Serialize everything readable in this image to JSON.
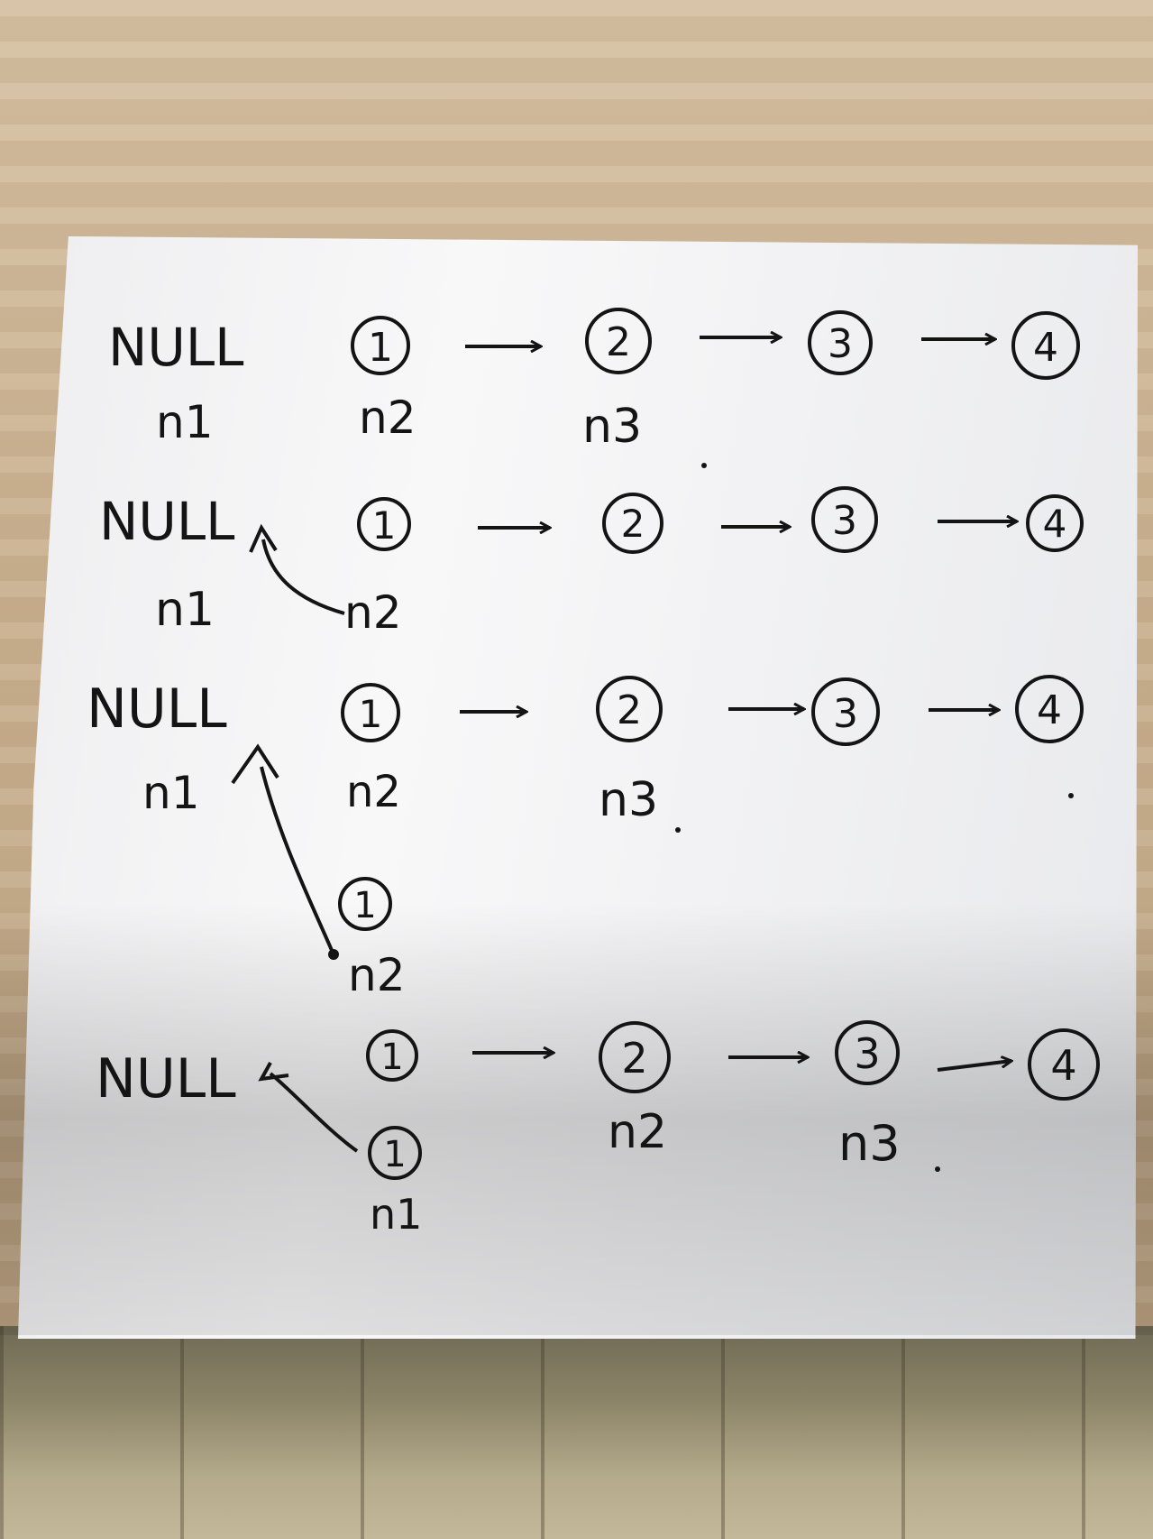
{
  "rows": [
    {
      "null_label": "NULL",
      "nodes": [
        "1",
        "2",
        "3",
        "4"
      ],
      "pointers": [
        "n1",
        "n2",
        "n3"
      ]
    },
    {
      "null_label": "NULL",
      "nodes": [
        "1",
        "2",
        "3",
        "4"
      ],
      "pointers": [
        "n1",
        "n2"
      ]
    },
    {
      "null_label": "NULL",
      "nodes": [
        "1",
        "2",
        "3",
        "4"
      ],
      "pointers": [
        "n1",
        "n2",
        "n3"
      ],
      "moved_node": "1",
      "moved_pointer": "n2"
    },
    {
      "null_label": "NULL",
      "nodes": [
        "1",
        "2",
        "3",
        "4"
      ],
      "pointers": [
        "n2",
        "n3"
      ],
      "moved_node": "1",
      "moved_pointer": "n1"
    }
  ],
  "ink_color": "#141414"
}
